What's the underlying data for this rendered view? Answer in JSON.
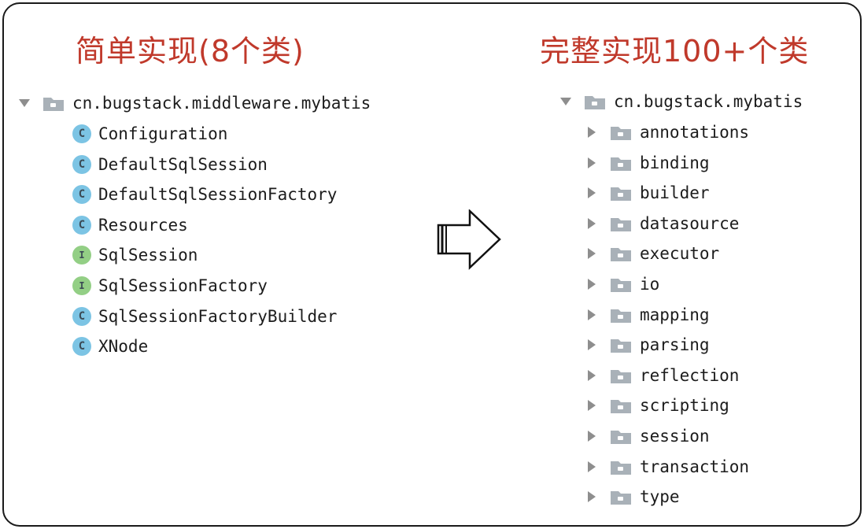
{
  "left": {
    "heading": "简单实现(8个类)",
    "package": "cn.bugstack.middleware.mybatis",
    "items": [
      {
        "kind": "class",
        "badge": "C",
        "name": "Configuration"
      },
      {
        "kind": "class",
        "badge": "C",
        "name": "DefaultSqlSession"
      },
      {
        "kind": "class",
        "badge": "C",
        "name": "DefaultSqlSessionFactory"
      },
      {
        "kind": "class",
        "badge": "C",
        "name": "Resources"
      },
      {
        "kind": "interface",
        "badge": "I",
        "name": "SqlSession"
      },
      {
        "kind": "interface",
        "badge": "I",
        "name": "SqlSessionFactory"
      },
      {
        "kind": "class",
        "badge": "C",
        "name": "SqlSessionFactoryBuilder"
      },
      {
        "kind": "class",
        "badge": "C",
        "name": "XNode"
      }
    ]
  },
  "right": {
    "heading": "完整实现100+个类",
    "package": "cn.bugstack.mybatis",
    "folders": [
      "annotations",
      "binding",
      "builder",
      "datasource",
      "executor",
      "io",
      "mapping",
      "parsing",
      "reflection",
      "scripting",
      "session",
      "transaction",
      "type"
    ]
  },
  "colors": {
    "heading": "#c0392b",
    "class_badge": "#7cc4e4",
    "interface_badge": "#93cf85",
    "folder": "#a9b1b8",
    "caret": "#8e8e8e"
  },
  "icons": {
    "expanded": "triangle-down-icon",
    "collapsed": "triangle-right-icon",
    "folder": "folder-icon",
    "arrow": "hollow-right-arrow-icon"
  }
}
